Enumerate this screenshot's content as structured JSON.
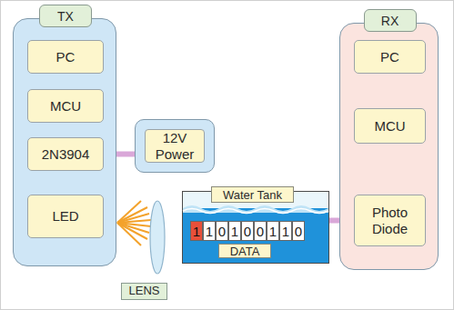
{
  "diagram": {
    "nodes": [
      {
        "text": [
          "TX"
        ]
      },
      {
        "text": [
          "PC"
        ],
        "in": 0
      },
      {
        "text": [
          "MCU"
        ],
        "in": 0
      },
      {
        "text": [
          "2N3904"
        ],
        "in": 0
      },
      {
        "text": [
          "LED"
        ],
        "in": 0
      },
      {
        "text": [
          "12V Power"
        ]
      },
      {
        "text": [
          "LENS"
        ]
      },
      {
        "text": [
          "Water Tank",
          "DATA"
        ]
      },
      {
        "text": [
          "RX"
        ]
      },
      {
        "text": [
          "PC"
        ],
        "in": 8
      },
      {
        "text": [
          "MCU"
        ],
        "in": 8
      },
      {
        "text": [
          "Photo Diode"
        ],
        "in": 8
      }
    ],
    "edges": [
      {
        "from": 1,
        "to": 2,
        "arrow": "to"
      },
      {
        "from": 2,
        "to": 3,
        "arrow": "to"
      },
      {
        "from": 3,
        "to": 4,
        "arrow": "to"
      },
      {
        "from": 5,
        "to": 3,
        "arrow": "to"
      },
      {
        "from": 7,
        "to": 11,
        "arrow": "to"
      },
      {
        "from": 11,
        "to": 10,
        "arrow": "to"
      },
      {
        "from": 10,
        "to": 9,
        "arrow": "to"
      }
    ],
    "labels": [
      "1",
      "1",
      "0",
      "1",
      "0",
      "0",
      "1",
      "1",
      "0"
    ]
  }
}
